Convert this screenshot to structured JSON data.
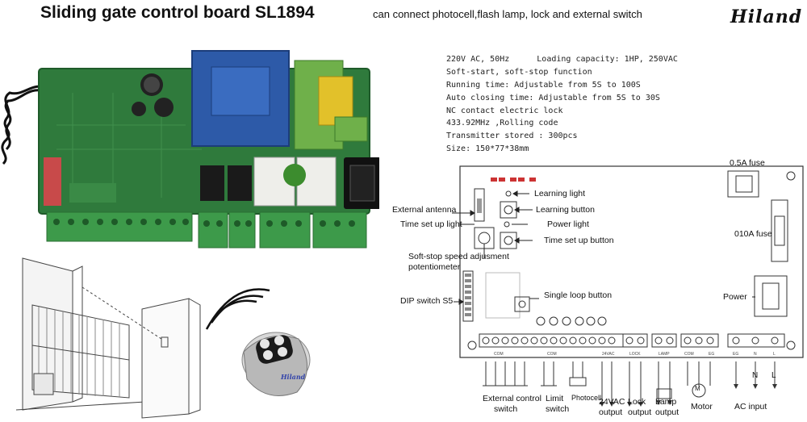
{
  "header": {
    "title": "Sliding gate control board SL1894",
    "subtitle": "can connect photocell,flash lamp, lock and external switch",
    "brand": "Hiland"
  },
  "specs": {
    "power": "220V AC, 50Hz",
    "load": "Loading capacity: 1HP, 250VAC",
    "soft": "Soft-start, soft-stop function",
    "running": "Running time: Adjustable from 5S to 100S",
    "auto_close": "Auto closing time: Adjustable from 5S to 30S",
    "lock": "NC contact electric lock",
    "frequency": "433.92MHz ,Rolling code",
    "transmitters": "Transmitter stored : 300pcs",
    "size": "Size: 150*77*38mm"
  },
  "remote": {
    "brand": "Hiland"
  },
  "diagram": {
    "callouts": {
      "learning_light": "Learning light",
      "learning_button": "Learning button",
      "power_light": "Power light",
      "time_setup_button": "Time set up button",
      "external_antenna": "External antenna",
      "time_setup_light": "Time set up light",
      "soft_stop_pot": "Soft-stop speed adjusment",
      "soft_stop_pot_2": "potentiometer",
      "dip_switch": "DIP switch S5",
      "single_loop": "Single loop button",
      "fuse_05a": "0.5A fuse",
      "fuse_010a": "010A fuse",
      "power": "Power"
    },
    "outputs": {
      "external_switch": "External control",
      "external_switch_2": "switch",
      "limit_switch": "Limit",
      "limit_switch_2": "switch",
      "photocell": "Photocell",
      "v24": "24VAC",
      "v24_2": "output",
      "lock": "Lock",
      "lock_2": "output",
      "lamp": "Lamp",
      "lamp_2": "output",
      "motor": "Motor",
      "ac_input": "AC input"
    },
    "terminals": {
      "com": "COM",
      "vac24": "24VAC",
      "lock": "LOCK",
      "lamp": "LAMP",
      "eg": "EG",
      "n": "N",
      "l": "L",
      "motor_m": "M"
    }
  }
}
